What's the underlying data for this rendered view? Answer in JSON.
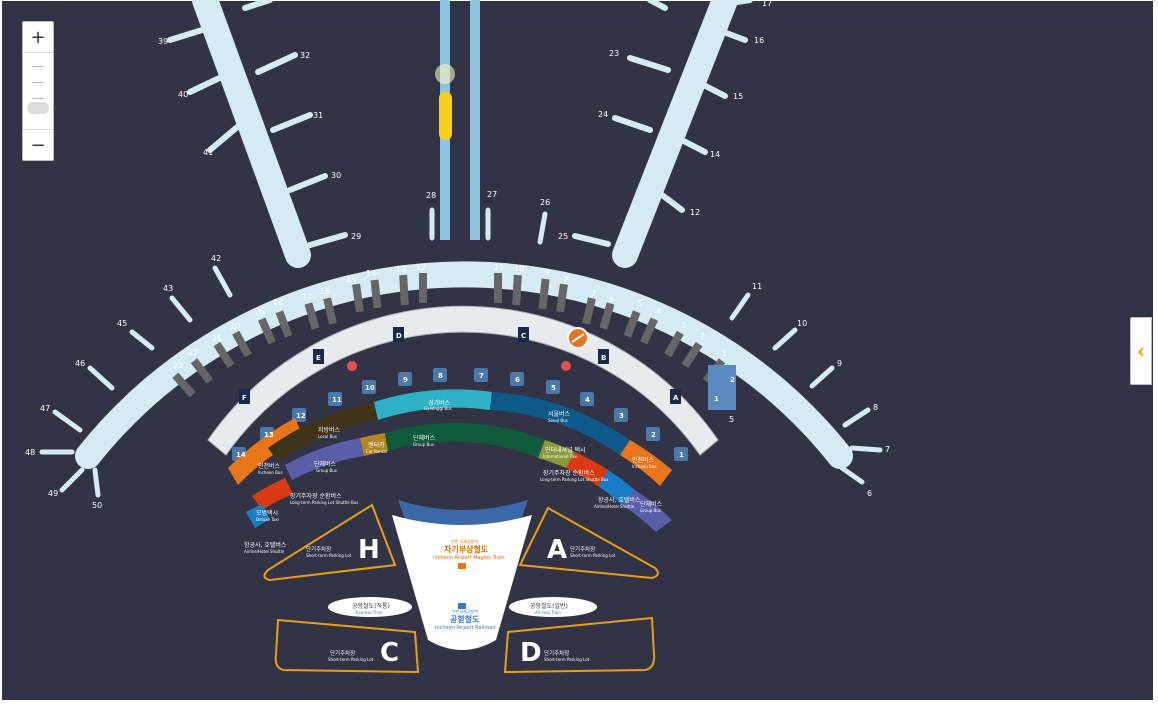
{
  "map": {
    "colors": {
      "background": "#323345",
      "concourse": "#d4ebf4",
      "parking_outline": "#e6a015"
    },
    "gates_left_concourse": [
      {
        "label": "39"
      },
      {
        "label": "40"
      },
      {
        "label": "41"
      },
      {
        "label": "32"
      },
      {
        "label": "31"
      },
      {
        "label": "30"
      },
      {
        "label": "29"
      }
    ],
    "gates_right_concourse": [
      {
        "label": "17"
      },
      {
        "label": "16"
      },
      {
        "label": "15"
      },
      {
        "label": "14"
      },
      {
        "label": "12"
      },
      {
        "label": "23"
      },
      {
        "label": "24"
      },
      {
        "label": "25"
      }
    ],
    "gates_center": [
      {
        "label": "28"
      },
      {
        "label": "27"
      },
      {
        "label": "26"
      }
    ],
    "gates_main_left": [
      {
        "label": "42"
      },
      {
        "label": "43"
      },
      {
        "label": "45"
      },
      {
        "label": "46"
      },
      {
        "label": "47"
      },
      {
        "label": "48"
      },
      {
        "label": "49"
      },
      {
        "label": "50"
      }
    ],
    "gates_main_right": [
      {
        "label": "11"
      },
      {
        "label": "10"
      },
      {
        "label": "9"
      },
      {
        "label": "8"
      },
      {
        "label": "7"
      },
      {
        "label": "6"
      },
      {
        "label": "5"
      }
    ],
    "counters_left": [
      {
        "label": "23"
      },
      {
        "label": "22"
      },
      {
        "label": "21"
      },
      {
        "label": "20"
      },
      {
        "label": "19"
      },
      {
        "label": "18"
      },
      {
        "label": "17"
      },
      {
        "label": "16"
      },
      {
        "label": "15"
      },
      {
        "label": "14"
      },
      {
        "label": "13"
      },
      {
        "label": "12"
      }
    ],
    "counters_right": [
      {
        "label": "11"
      },
      {
        "label": "10"
      },
      {
        "label": "9"
      },
      {
        "label": "8"
      },
      {
        "label": "7"
      },
      {
        "label": "6"
      },
      {
        "label": "5"
      },
      {
        "label": "4"
      },
      {
        "label": "3"
      },
      {
        "label": "2"
      },
      {
        "label": "1"
      }
    ],
    "exits": [
      {
        "label": "14"
      },
      {
        "label": "13"
      },
      {
        "label": "12"
      },
      {
        "label": "11"
      },
      {
        "label": "10"
      },
      {
        "label": "9"
      },
      {
        "label": "8"
      },
      {
        "label": "7"
      },
      {
        "label": "6"
      },
      {
        "label": "5"
      },
      {
        "label": "4"
      },
      {
        "label": "3"
      },
      {
        "label": "2"
      },
      {
        "label": "1"
      }
    ],
    "exit_one_right": {
      "label": "1"
    },
    "exit_two_right": {
      "label": "2"
    },
    "zones": [
      {
        "label": "F"
      },
      {
        "label": "E"
      },
      {
        "label": "D"
      },
      {
        "label": "C"
      },
      {
        "label": "B"
      },
      {
        "label": "A"
      }
    ],
    "bus": {
      "local_bus": {
        "ko": "지방버스",
        "en": "Local Bus"
      },
      "gyeonggi_bus": {
        "ko": "경기버스",
        "en": "Gyeonggi Bus"
      },
      "seoul_bus": {
        "ko": "서울버스",
        "en": "Seoul Bus"
      },
      "group_bus_left": {
        "ko": "단체버스",
        "en": "Group Bus"
      },
      "group_bus_center": {
        "ko": "단체버스",
        "en": "Group Bus"
      },
      "group_bus_right": {
        "ko": "단체버스",
        "en": "Group Bus"
      },
      "car_rental": {
        "ko": "렌터카",
        "en": "Car Rental"
      },
      "incheon_bus_left": {
        "ko": "인천버스",
        "en": "Incheon Bus"
      },
      "incheon_bus_right": {
        "ko": "인천버스",
        "en": "Incheon Bus"
      },
      "international_taxi": {
        "ko": "인터내셔널 택시",
        "en": "International Taxi"
      },
      "longterm_shuttle_left": {
        "ko": "장기주차장 순환버스",
        "en": "Long-term Parking Lot Shuttle Bus"
      },
      "longterm_shuttle_right": {
        "ko": "장기주차장 순환버스",
        "en": "Long-term Parking Lot Shuttle Bus"
      },
      "hotel_shuttle_left": {
        "ko": "항공사, 호텔버스",
        "en": "Airline/Hotel Shuttle"
      },
      "hotel_shuttle_right": {
        "ko": "항공사, 호텔버스",
        "en": "Airline/Hotel Shuttle"
      },
      "deluxe_taxi": {
        "ko": "모범택시",
        "en": "Deluxe Taxi"
      }
    },
    "parking_h": {
      "letter": "H",
      "ko": "단기주차장",
      "en": "Short-term Parking Lot"
    },
    "parking_a": {
      "letter": "A",
      "ko": "단기주차장",
      "en": "Short-term Parking Lot"
    },
    "parking_c": {
      "letter": "C",
      "ko": "단기주차장",
      "en": "Short-term Parking Lot"
    },
    "parking_d": {
      "letter": "D",
      "ko": "단기주차장",
      "en": "Short-term Parking Lot"
    },
    "maglev": {
      "small": "인천 국제공항역",
      "ko": "자기부상철도",
      "en": "Incheon Airport Maglev Train"
    },
    "airport_rail": {
      "small": "인천국제공항역",
      "ko": "공항철도",
      "en": "Incheon Airport Railroad"
    },
    "express_train": {
      "ko": "공항철도(직통)",
      "en": "Express Train"
    },
    "allstop_train": {
      "ko": "공항철도(일반)",
      "en": "All-stop Train"
    }
  },
  "controls": {
    "zoom_in": "+",
    "zoom_out": "−",
    "panel_toggle": "‹"
  }
}
